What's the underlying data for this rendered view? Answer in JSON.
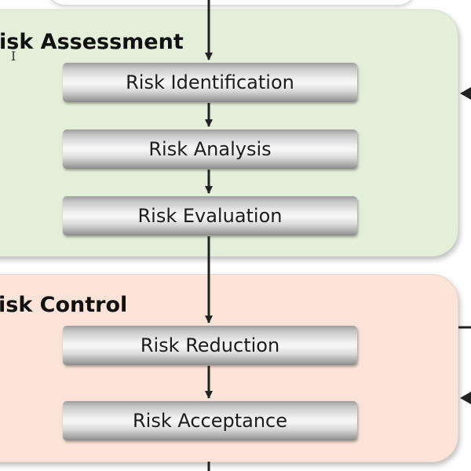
{
  "colors": {
    "assessment_fill": "#e3efd9",
    "control_fill": "#fbe3d7",
    "arrow": "#222222"
  },
  "sections": {
    "assessment": {
      "title": "isk Assessment",
      "steps": [
        "Risk Identification",
        "Risk Analysis",
        "Risk Evaluation"
      ]
    },
    "control": {
      "title": "isk Control",
      "steps": [
        "Risk Reduction",
        "Risk Acceptance"
      ]
    }
  },
  "icons": {
    "cursor": "text-cursor-icon"
  }
}
